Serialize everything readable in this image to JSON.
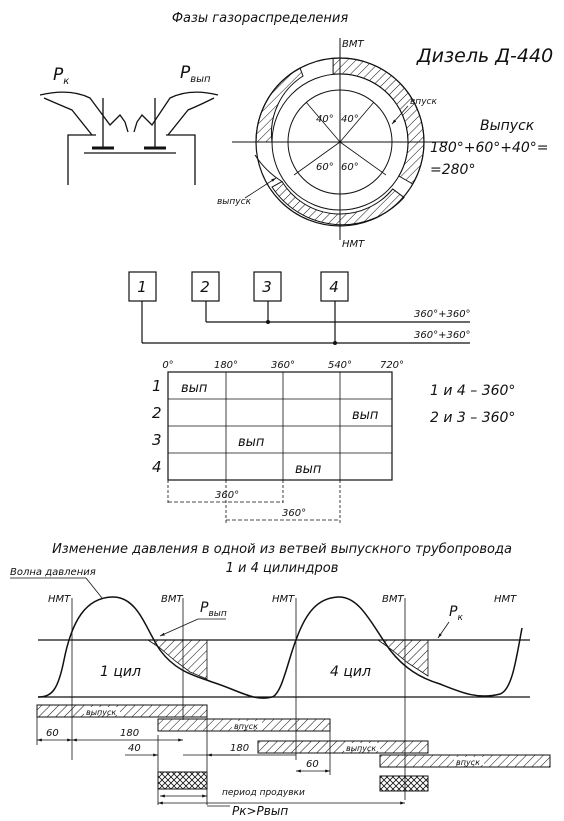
{
  "top": {
    "title": "Фазы газораспределения",
    "engine": "Дизель Д-440",
    "p_k": "P",
    "p_k_sub": "к",
    "p_vyp": "P",
    "p_vyp_sub": "вып",
    "vmt": "ВМТ",
    "nmt": "НМТ",
    "vpusk": "впуск",
    "vypusk": "выпуск",
    "ang_tl": "40°",
    "ang_tr": "40°",
    "ang_bl": "60°",
    "ang_br": "60°",
    "calc_title": "Выпуск",
    "calc_line1": "180°+60°+40°=",
    "calc_line2": "=280°"
  },
  "order": {
    "cylinders": [
      "1",
      "2",
      "3",
      "4"
    ],
    "label_upper": "360°+360°",
    "label_lower": "360°+360°",
    "degrees": [
      "0°",
      "180°",
      "360°",
      "540°",
      "720°"
    ],
    "rows": [
      "1",
      "2",
      "3",
      "4"
    ],
    "cell_text": "вып",
    "dim1": "360°",
    "dim2": "360°",
    "pair1": "1 и 4 – 360°",
    "pair2": "2 и 3 – 360°"
  },
  "wave": {
    "title1": "Изменение давления в одной из ветвей выпускного трубопровода",
    "title2": "1 и 4 цилиндров",
    "wave_label": "Волна давления",
    "nmt1": "НМТ",
    "vmt1": "ВМТ",
    "nmt2": "НМТ",
    "vmt2": "ВМТ",
    "nmt3": "НМТ",
    "p_vyp": "P",
    "p_vyp_sub": "вып",
    "p_k": "P",
    "p_k_sub": "к",
    "cyl1": "1 цил",
    "cyl4": "4 цил"
  },
  "bars": {
    "vypusk1": "выпуск",
    "vpusk1": "впуск",
    "vypusk2": "выпуск",
    "vpusk2": "впуск",
    "d60a": "60",
    "d180a": "180",
    "d40": "40",
    "d180b": "180",
    "d60b": "60",
    "purge": "период продувки",
    "cond": "Pк>Pвып"
  }
}
